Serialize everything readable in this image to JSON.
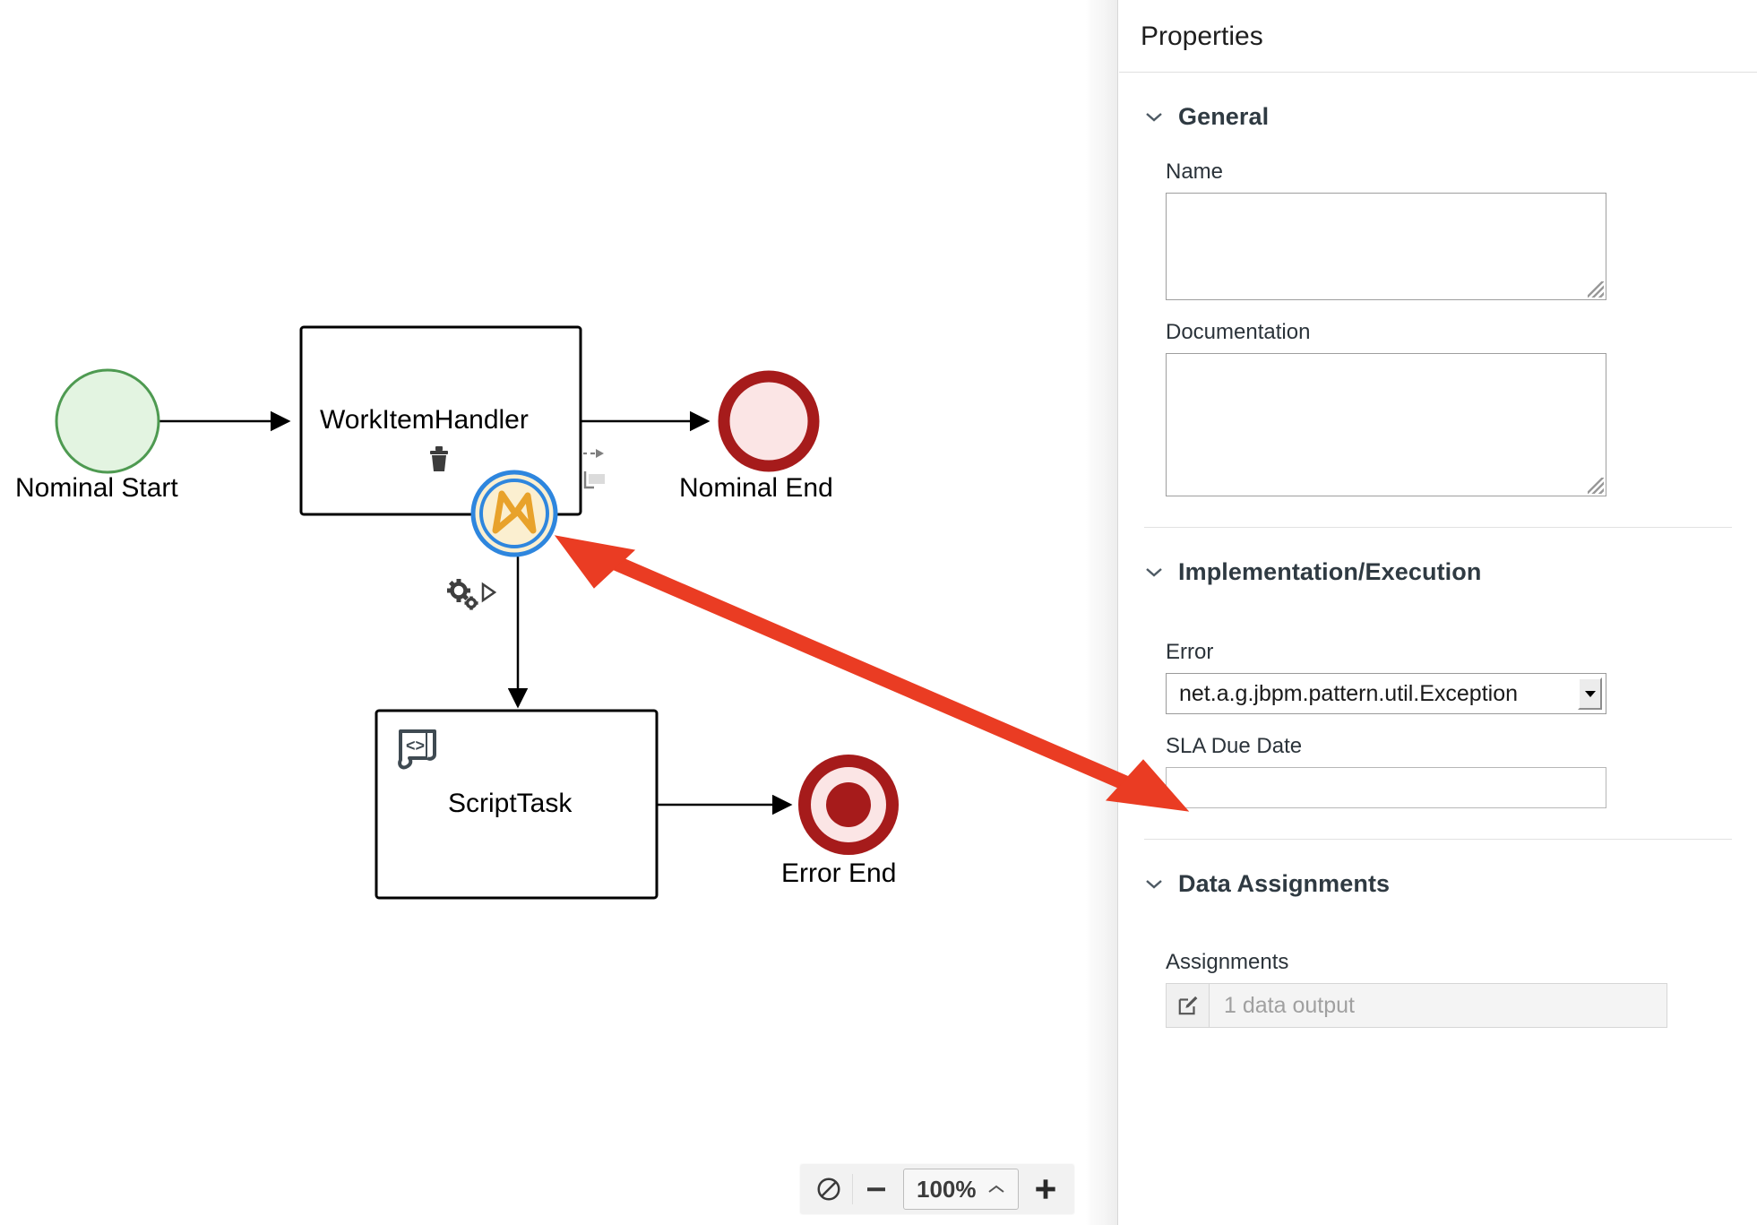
{
  "canvas": {
    "zoom_toolbar": {
      "reset_icon": "no-zoom-icon",
      "minus_label": "−",
      "zoom_level": "100%",
      "caret": "˄",
      "plus_label": "＋"
    },
    "nodes": [
      {
        "id": "nominal-start",
        "type": "start-event",
        "label": "Nominal Start"
      },
      {
        "id": "workitemhandler",
        "type": "task",
        "label": "WorkItemHandler"
      },
      {
        "id": "nominal-end",
        "type": "end-event",
        "label": "Nominal End"
      },
      {
        "id": "error-boundary",
        "type": "boundary-error-event",
        "label": ""
      },
      {
        "id": "scripttask",
        "type": "script-task",
        "label": "ScriptTask"
      },
      {
        "id": "error-end",
        "type": "terminate-end-event",
        "label": "Error End"
      }
    ],
    "colors": {
      "start_stroke": "#4e9a51",
      "start_fill": "#e3f4e1",
      "end_stroke": "#a61b1b",
      "end_fill": "#fbe5e5",
      "boundary_stroke": "#2e86de",
      "boundary_fill": "#fbefd0",
      "boundary_icon": "#e8a22b",
      "annotation_arrow": "#ea3c23"
    }
  },
  "properties": {
    "title": "Properties",
    "sections": [
      {
        "id": "general",
        "title": "General",
        "fields": [
          {
            "id": "name",
            "label": "Name",
            "value": ""
          },
          {
            "id": "documentation",
            "label": "Documentation",
            "value": ""
          }
        ]
      },
      {
        "id": "implementation-execution",
        "title": "Implementation/Execution",
        "fields": [
          {
            "id": "error",
            "label": "Error",
            "value": "net.a.g.jbpm.pattern.util.Exception"
          },
          {
            "id": "sla-due-date",
            "label": "SLA Due Date",
            "value": ""
          }
        ]
      },
      {
        "id": "data-assignments",
        "title": "Data Assignments",
        "fields": [
          {
            "id": "assignments",
            "label": "Assignments",
            "value": "1 data output"
          }
        ]
      }
    ],
    "chevron": "⌄"
  }
}
